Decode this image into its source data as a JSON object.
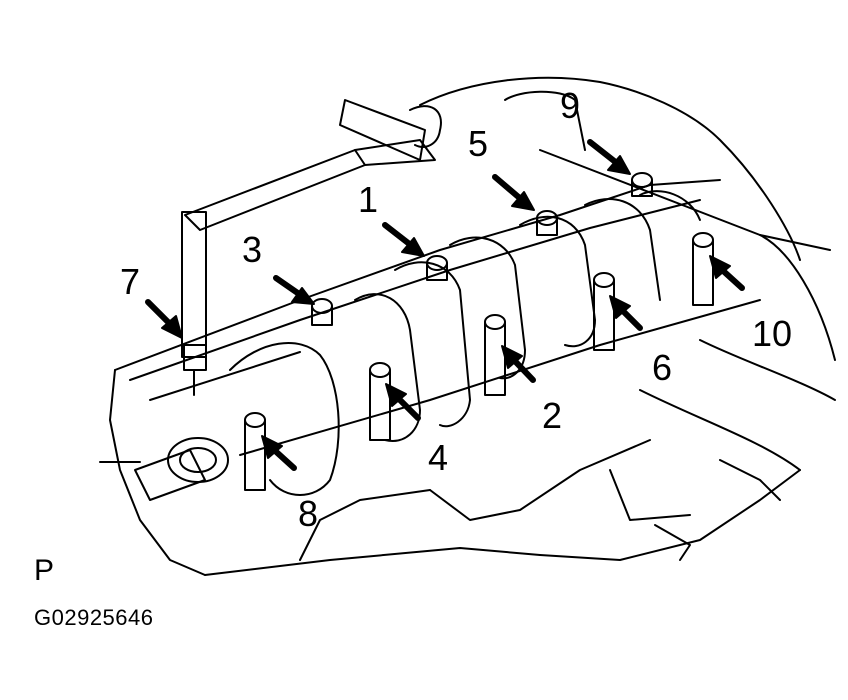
{
  "diagram": {
    "callouts": [
      "1",
      "2",
      "3",
      "4",
      "5",
      "6",
      "7",
      "8",
      "9",
      "10"
    ],
    "corner_letter": "P",
    "figure_id": "G02925646"
  },
  "colors": {
    "line": "#000000",
    "background": "#ffffff"
  }
}
